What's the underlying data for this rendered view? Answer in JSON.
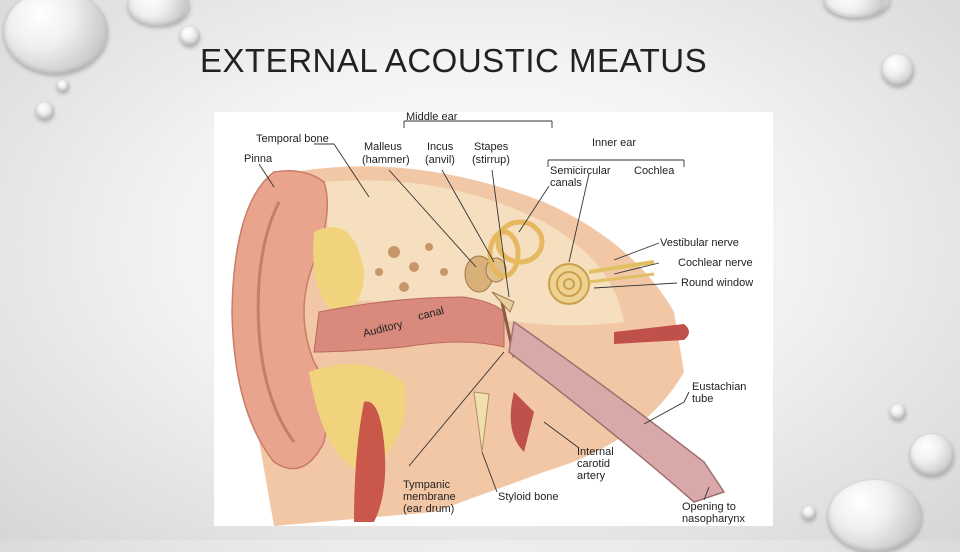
{
  "slide": {
    "title": "EXTERNAL ACOUSTIC MEATUS"
  },
  "diagram": {
    "groups": {
      "middle_ear": "Middle ear",
      "inner_ear": "Inner ear"
    },
    "labels": {
      "temporal_bone": "Temporal bone",
      "pinna": "Pinna",
      "malleus": "Malleus",
      "malleus_alt": "(hammer)",
      "incus": "Incus",
      "incus_alt": "(anvil)",
      "stapes": "Stapes",
      "stapes_alt": "(stirrup)",
      "semicircular_1": "Semicircular",
      "semicircular_2": "canals",
      "cochlea": "Cochlea",
      "vestibular_nerve": "Vestibular nerve",
      "cochlear_nerve": "Cochlear nerve",
      "round_window": "Round window",
      "auditory_1": "Auditory",
      "auditory_2": "canal",
      "eustachian_1": "Eustachian",
      "eustachian_2": "tube",
      "carotid_1": "Internal",
      "carotid_2": "carotid",
      "carotid_3": "artery",
      "tympanic_1": "Tympanic",
      "tympanic_2": "membrane",
      "tympanic_3": "(ear drum)",
      "styloid": "Styloid bone",
      "nasopharynx_1": "Opening to",
      "nasopharynx_2": "nasopharynx"
    }
  }
}
